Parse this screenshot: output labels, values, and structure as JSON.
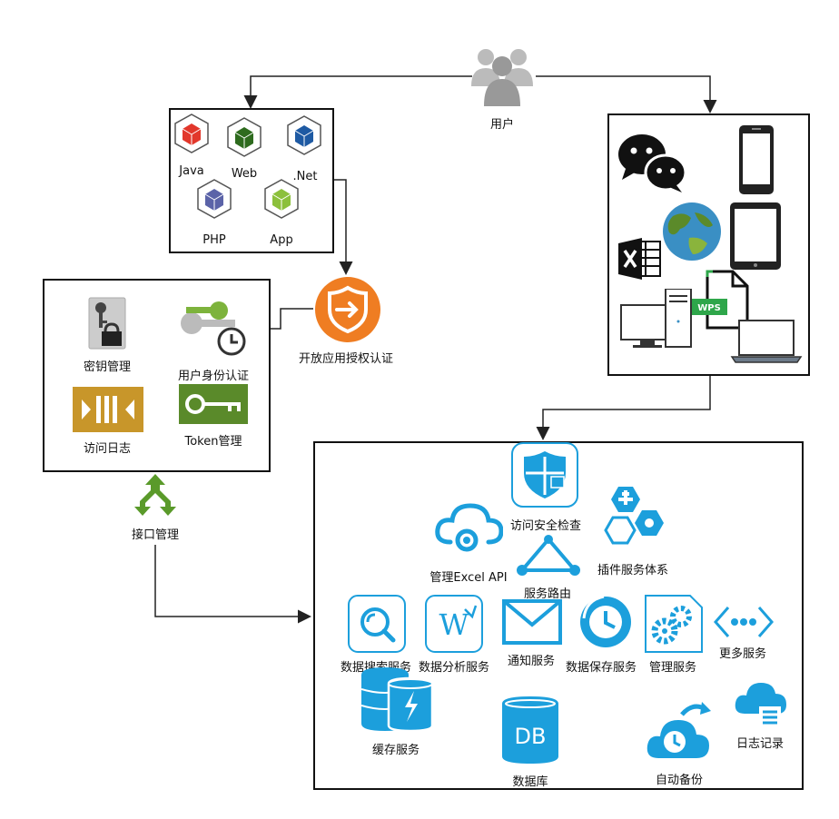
{
  "user": {
    "label": "用户"
  },
  "platforms": {
    "java": "Java",
    "web": "Web",
    "net": ".Net",
    "php": "PHP",
    "app": "App"
  },
  "auth": {
    "label": "开放应用授权认证"
  },
  "security": {
    "key_mgmt": "密钥管理",
    "identity": "用户身份认证",
    "access_log": "访问日志",
    "token": "Token管理"
  },
  "api": {
    "label": "接口管理"
  },
  "services": {
    "access_check": "访问安全检查",
    "excel_api": "管理Excel API",
    "routing": "服务路由",
    "plugin": "插件服务体系",
    "search": "数据搜索服务",
    "analysis": "数据分析服务",
    "notify": "通知服务",
    "save": "数据保存服务",
    "manage": "管理服务",
    "more": "更多服务",
    "cache": "缓存服务",
    "db": "数据库",
    "db_text": "DB",
    "backup": "自动备份",
    "log": "日志记录"
  },
  "devices": {
    "wps": "WPS"
  },
  "colors": {
    "blue": "#1c9fdc",
    "orange": "#ef7d22",
    "green": "#5a9a2a",
    "gold": "#c8962a"
  }
}
